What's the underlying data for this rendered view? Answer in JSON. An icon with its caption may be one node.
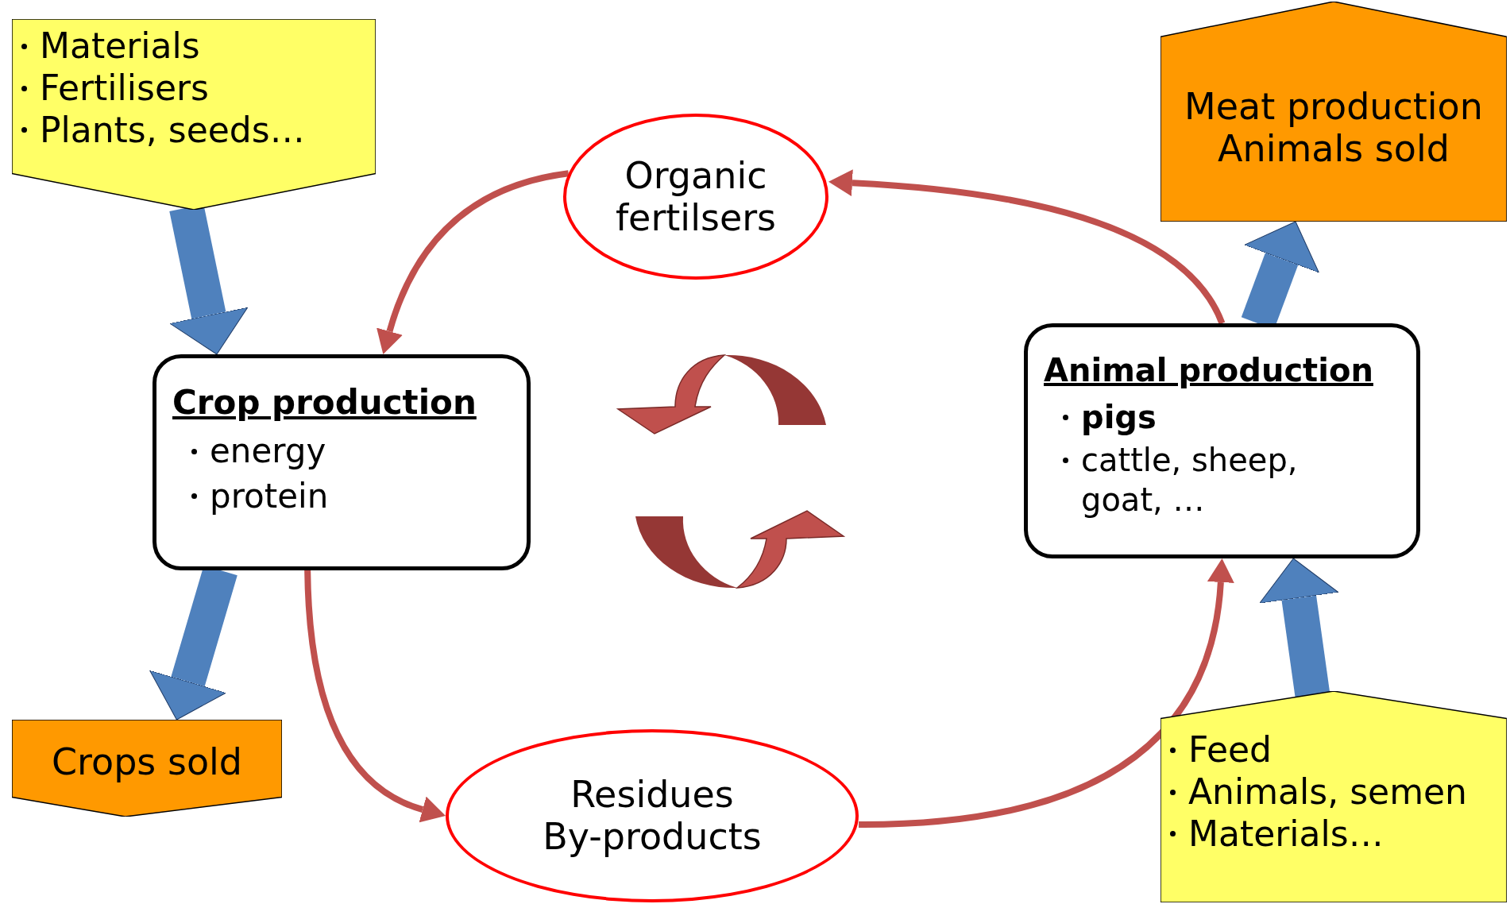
{
  "diagram": {
    "nodes": [
      {
        "text": [
          "Materials",
          "Fertilisers",
          "Plants, seeds…"
        ]
      },
      {
        "text": [
          "Organic fertilsers"
        ]
      },
      {
        "text": [
          "Meat production",
          "Animals sold"
        ]
      },
      {
        "text": [
          "Crop production",
          "energy",
          "protein"
        ]
      },
      {
        "text": [
          "Animal production",
          "**pigs**",
          "cattle, sheep, goat, …"
        ]
      },
      {
        "text": [
          "Crops sold"
        ]
      },
      {
        "text": [
          "Residues",
          "By-products"
        ]
      },
      {
        "text": [
          "Feed",
          "Animals, semen",
          "Materials…"
        ]
      }
    ],
    "edges": [
      {
        "from": 0,
        "to": 3,
        "arrow": "to",
        "style": "thick",
        "color": "#4f81bd"
      },
      {
        "from": 3,
        "to": 5,
        "arrow": "to",
        "style": "thick",
        "color": "#4f81bd"
      },
      {
        "from": 4,
        "to": 2,
        "arrow": "to",
        "style": "thick",
        "color": "#4f81bd"
      },
      {
        "from": 7,
        "to": 4,
        "arrow": "to",
        "style": "thick",
        "color": "#4f81bd"
      },
      {
        "from": 1,
        "to": 3,
        "arrow": "to",
        "color": "#c0504d"
      },
      {
        "from": 4,
        "to": 1,
        "arrow": "to",
        "color": "#c0504d"
      },
      {
        "from": 3,
        "to": 6,
        "arrow": "to",
        "color": "#c0504d"
      },
      {
        "from": 6,
        "to": 4,
        "arrow": "to",
        "color": "#c0504d"
      }
    ]
  }
}
